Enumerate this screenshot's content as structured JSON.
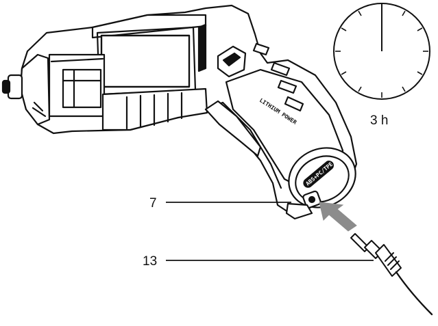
{
  "figure": {
    "device_name": "cordless-screwdriver",
    "callouts": [
      {
        "number": "7"
      },
      {
        "number": "13"
      }
    ],
    "timer": {
      "label": "3 h",
      "icon": "clock-icon"
    },
    "housing_text": {
      "battery_logo": "LITHIUM POWER",
      "material_marking": "ABS+PC/TPE"
    },
    "arrow_icon": "insert-arrow-icon"
  }
}
